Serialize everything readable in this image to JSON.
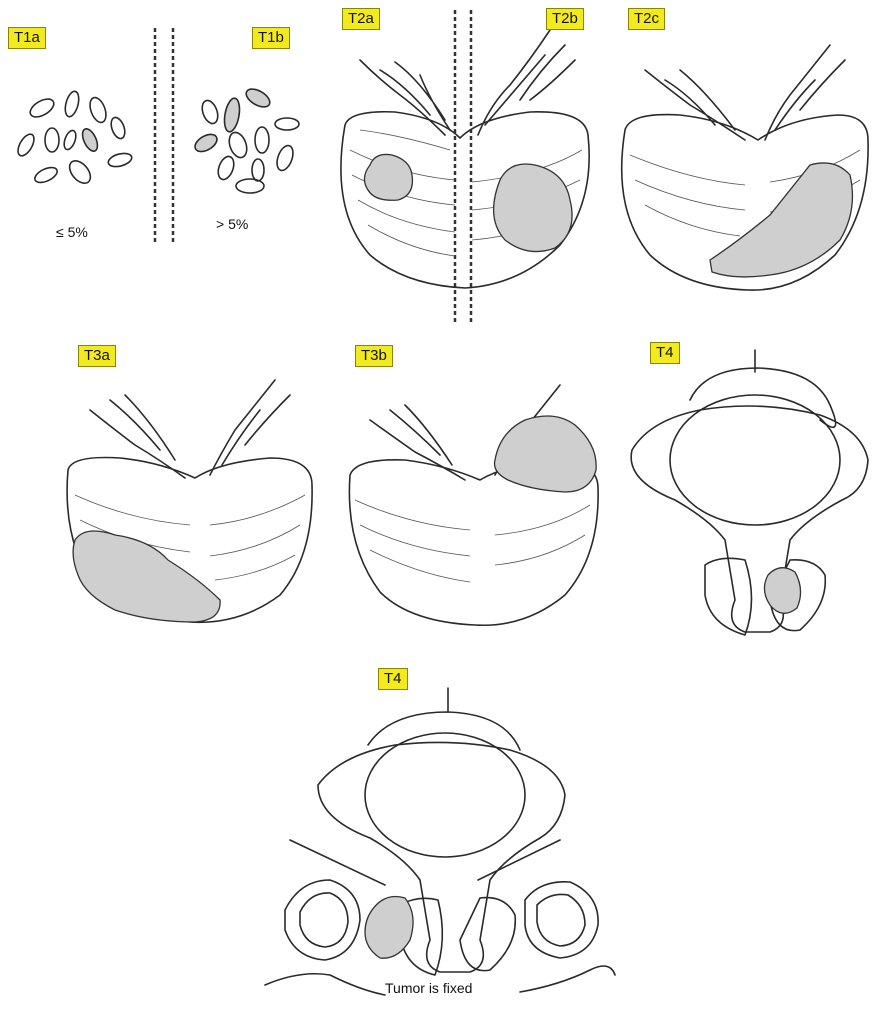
{
  "labels": {
    "t1a": "T1a",
    "t1b": "T1b",
    "t2a": "T2a",
    "t2b": "T2b",
    "t2c": "T2c",
    "t3a": "T3a",
    "t3b": "T3b",
    "t4_top": "T4",
    "t4_bottom": "T4"
  },
  "captions": {
    "t1a_percent": "≤ 5%",
    "t1b_percent": "> 5%",
    "tumor_fixed": "Tumor is fixed"
  },
  "colors": {
    "label_bg": "#f2ea1c",
    "tumor_fill": "#cfcfcf"
  }
}
